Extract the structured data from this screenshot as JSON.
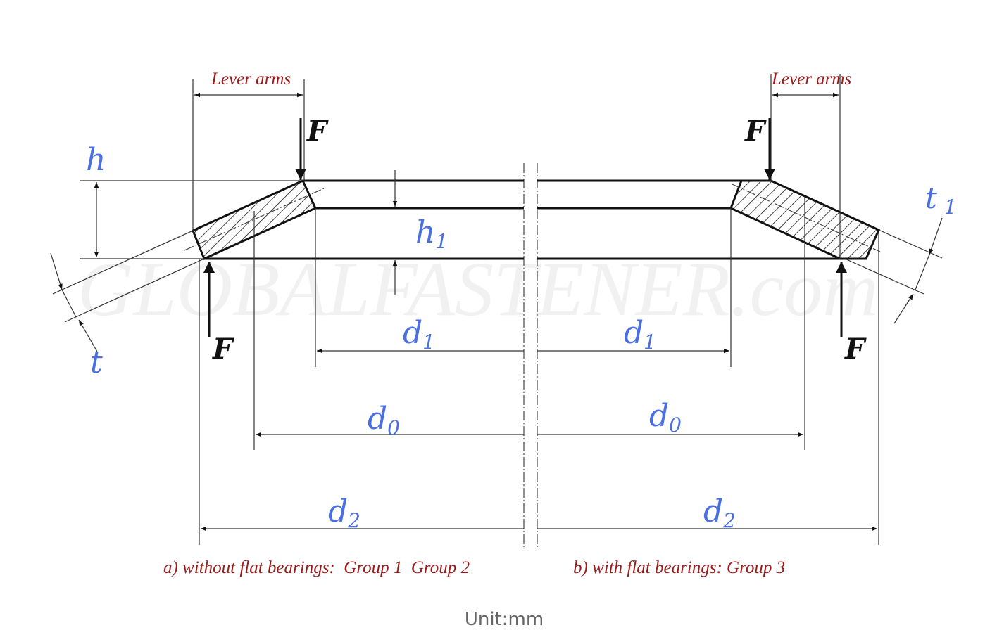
{
  "diagram": {
    "watermark": "GLOBALFASTENER.com",
    "lever_arms_label": "Lever arms",
    "force_label": "F",
    "labels": {
      "h": "h",
      "h1_main": "h",
      "h1_sub": "1",
      "t": "t",
      "t1_main": "t",
      "t1_sub": "1",
      "d1_main": "d",
      "d1_sub": "1",
      "d0_main": "d",
      "d0_sub": "0",
      "d2_main": "d",
      "d2_sub": "2"
    },
    "caption_a": "a) without flat bearings:  Group 1  Group 2",
    "caption_b": "b) with flat bearings: Group 3",
    "colors": {
      "dimension": "#4a6fe3",
      "caption": "#9b1b1b"
    }
  },
  "unit": "Unit:mm"
}
